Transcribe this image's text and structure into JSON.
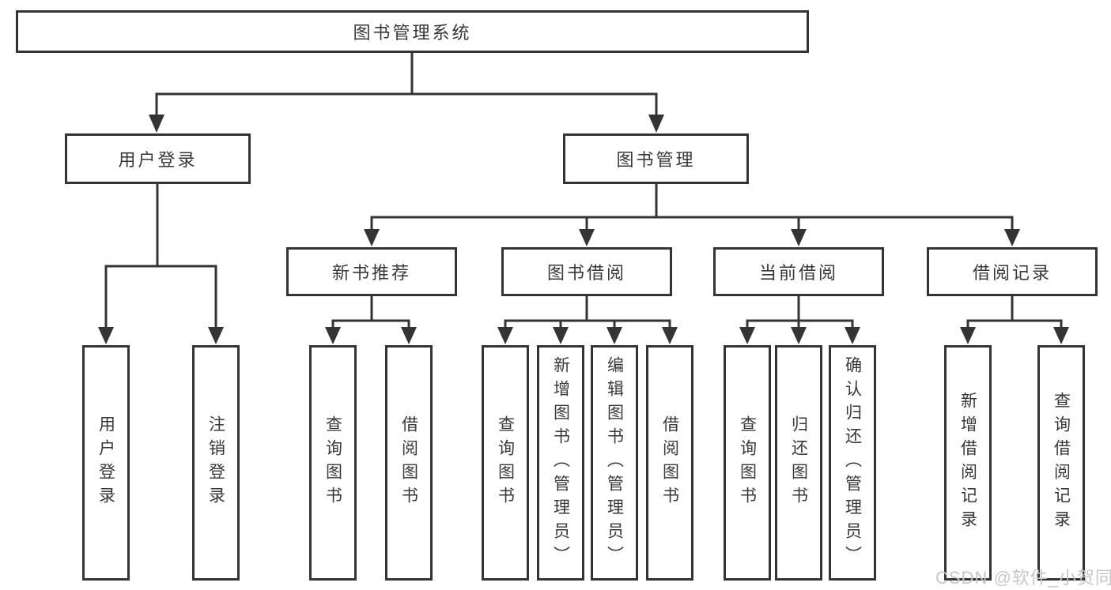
{
  "tree": {
    "root": "图书管理系统",
    "branches": [
      {
        "label": "用户登录",
        "leaves": [
          "用户登录",
          "注销登录"
        ]
      },
      {
        "label": "图书管理",
        "sections": [
          {
            "label": "新书推荐",
            "leaves": [
              "查询图书",
              "借阅图书"
            ]
          },
          {
            "label": "图书借阅",
            "leaves": [
              "查询图书",
              "新增图书（管理员）",
              "编辑图书（管理员）",
              "借阅图书"
            ]
          },
          {
            "label": "当前借阅",
            "leaves": [
              "查询图书",
              "归还图书",
              "确认归还（管理员）"
            ]
          },
          {
            "label": "借阅记录",
            "leaves": [
              "新增借阅记录",
              "查询借阅记录"
            ]
          }
        ]
      }
    ]
  },
  "watermark": {
    "text": "CSDN @软件_小贺同学"
  },
  "colors": {
    "line": "#343434",
    "text": "#383838",
    "box_background": "#ffffff",
    "watermark": "#c7c7c7"
  }
}
